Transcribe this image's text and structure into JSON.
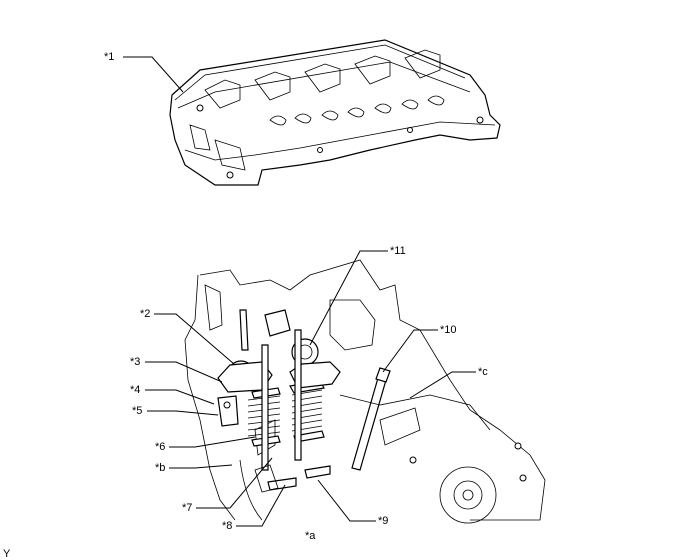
{
  "callouts": {
    "c1": "*1",
    "c2": "*2",
    "c3": "*3",
    "c4": "*4",
    "c5": "*5",
    "c6": "*6",
    "c7": "*7",
    "c8": "*8",
    "c9": "*9",
    "c10": "*10",
    "c11": "*11",
    "ca": "*a",
    "cb": "*b",
    "cc": "*c"
  },
  "corner_mark": "Y"
}
